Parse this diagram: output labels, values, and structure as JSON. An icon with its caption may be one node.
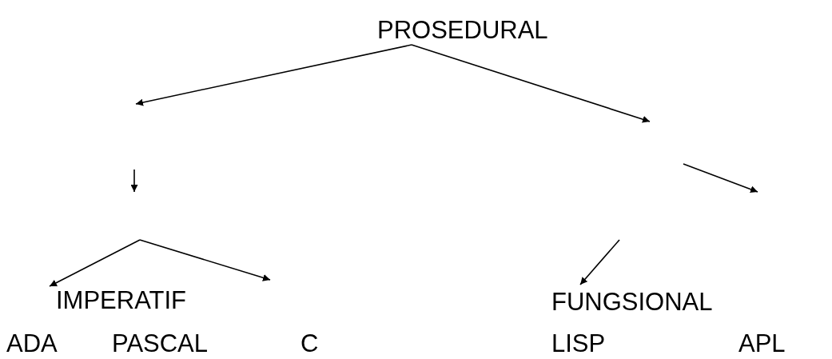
{
  "diagram": {
    "nodes": [
      {
        "text": [
          "PROSEDURAL"
        ]
      },
      {
        "text": [
          "IMPERATIF"
        ]
      },
      {
        "text": [
          "ADA"
        ]
      },
      {
        "text": [
          "PASCAL"
        ]
      },
      {
        "text": [
          "C"
        ]
      },
      {
        "text": [
          "FUNGSIONAL"
        ]
      },
      {
        "text": [
          "LISP"
        ]
      },
      {
        "text": [
          "APL"
        ]
      }
    ],
    "edges": [
      {
        "from": 0,
        "to": null,
        "arrow": "to"
      },
      {
        "from": 0,
        "to": null,
        "arrow": "to"
      },
      {
        "from": null,
        "to": 5,
        "arrow": "to"
      },
      {
        "from": null,
        "to": 1,
        "arrow": "to"
      }
    ]
  }
}
